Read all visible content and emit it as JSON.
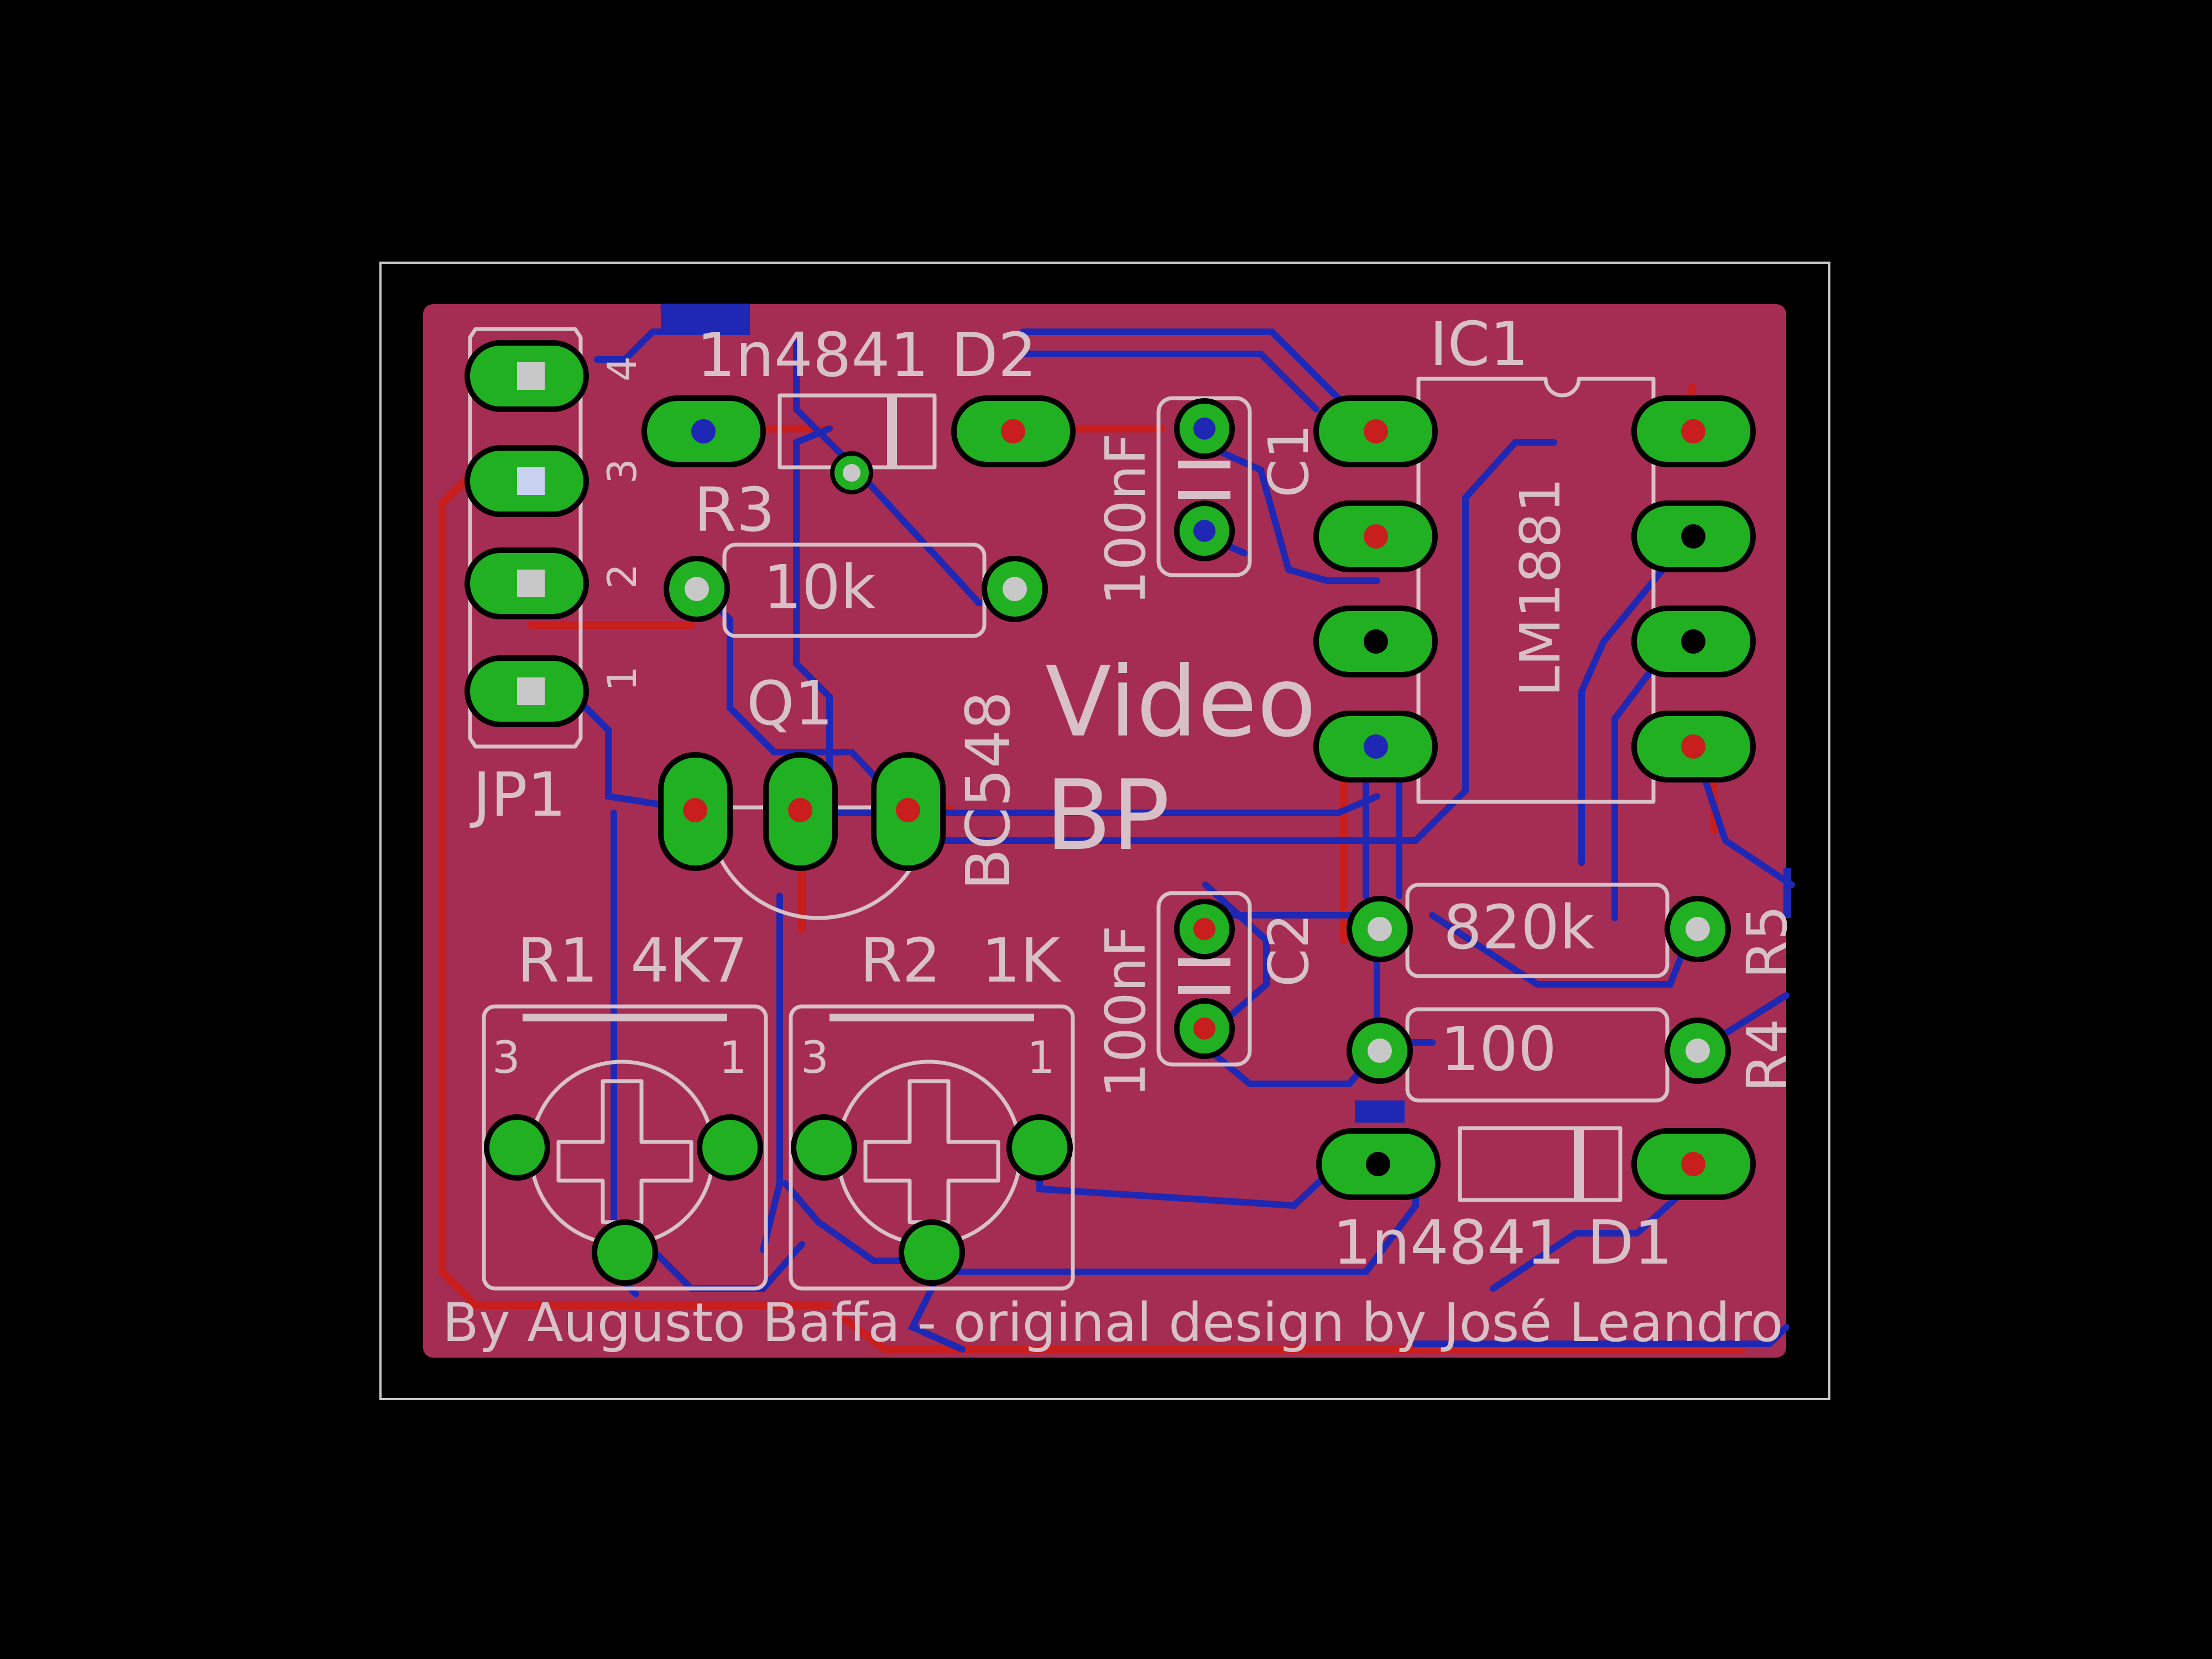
{
  "colors": {
    "background": "#000000",
    "outline": "#c8c8c8",
    "copper_top": "#a52c52",
    "copper_red": "#c81e1e",
    "trace_blue": "#1e28b4",
    "pad_green": "#21b021",
    "silkscreen": "#d8c0c8"
  },
  "labels": {
    "d2_value": "1n4841",
    "d2_name": "D2",
    "ic1_name": "IC1",
    "ic1_value": "LM1881",
    "c1_name": "C1",
    "c1_value": "100nF",
    "r3_name": "R3",
    "r3_value": "10k",
    "jp1_name": "JP1",
    "jp1_pin1": "1",
    "jp1_pin2": "2",
    "jp1_pin3": "3",
    "jp1_pin4": "4",
    "q1_name": "Q1",
    "q1_value": "BC548",
    "title_line1": "Video",
    "title_line2": "BP",
    "c2_name": "C2",
    "c2_value": "100nF",
    "r5_value": "820k",
    "r5_name": "R5",
    "r4_value": "100",
    "r4_name": "R4",
    "r1_name": "R1",
    "r1_value": "4K7",
    "r2_name": "R2",
    "r2_value": "1K",
    "r1_pin3": "3",
    "r1_pin1": "1",
    "r2_pin3": "3",
    "r2_pin1": "1",
    "d1_value": "1n4841",
    "d1_name": "D1",
    "credit": "By Augusto Baffa - original design by José Leandro"
  }
}
